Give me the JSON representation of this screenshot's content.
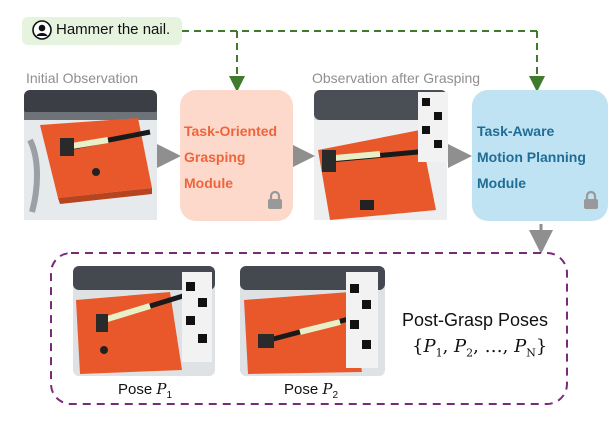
{
  "instruction": {
    "text": "Hammer the nail.",
    "icon": "user-icon"
  },
  "labels": {
    "initial_observation": "Initial Observation",
    "observation_after_grasping": "Observation after Grasping"
  },
  "modules": {
    "grasping": {
      "lines": [
        "Task-Oriented",
        "Grasping",
        "Module"
      ],
      "color": "#f0643c",
      "fill": "#fcd9cb",
      "icon": "lock-icon"
    },
    "motion": {
      "lines": [
        "Task-Aware",
        "Motion Planning",
        "Module"
      ],
      "color": "#1f6d97",
      "fill": "#bfe3f2",
      "icon": "lock-icon"
    }
  },
  "poses": {
    "pose1": {
      "word": "Pose",
      "sym": "P",
      "sub": "1"
    },
    "pose2": {
      "word": "Pose",
      "sym": "P",
      "sub": "2"
    }
  },
  "post_grasp": {
    "title": "Post-Grasp Poses",
    "set": {
      "open": "{",
      "sym": "P",
      "sep": ", ",
      "ellipsis": "…",
      "close": "}",
      "subs": [
        "1",
        "2",
        "N"
      ]
    }
  },
  "colors": {
    "dashed_green": "#3f7b2c",
    "dashed_purple": "#7a2a7a",
    "arrow_gray": "#8f8f8f",
    "orange_board": "#e8582a"
  }
}
